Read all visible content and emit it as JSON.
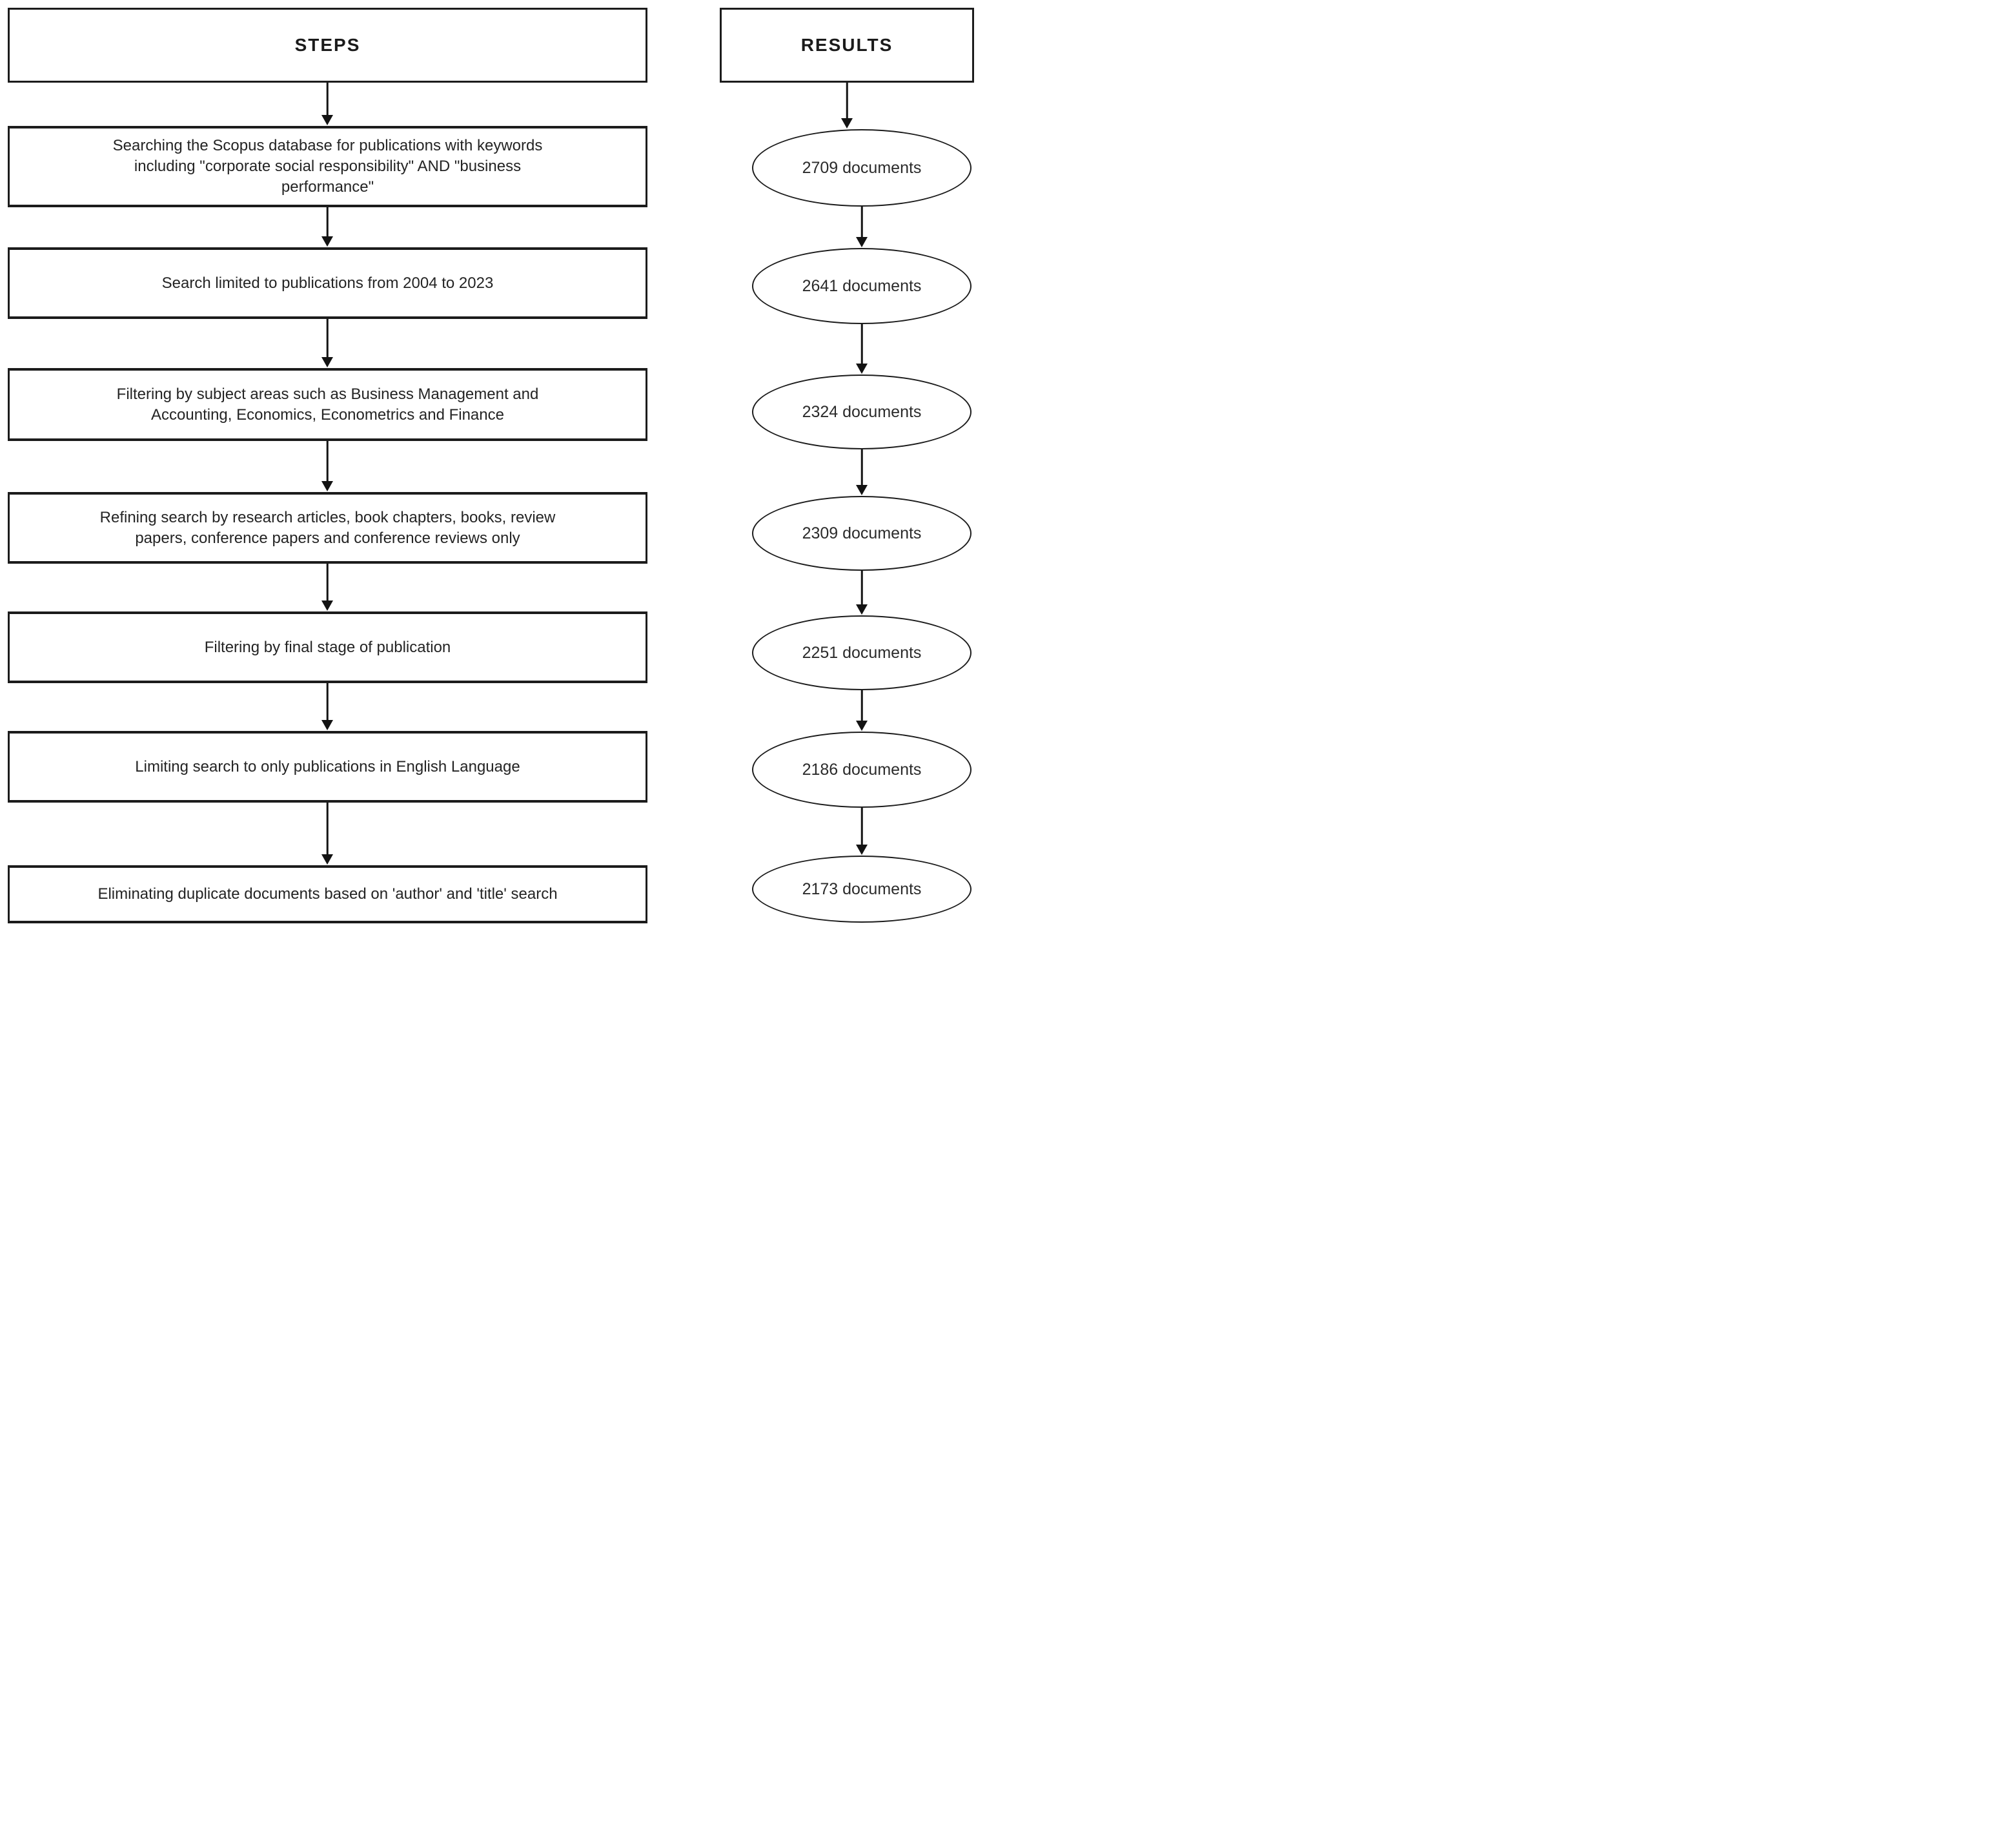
{
  "diagram": {
    "steps_header": "STEPS",
    "results_header": "RESULTS",
    "steps": [
      "Searching the Scopus database for publications with keywords\nincluding \"corporate social responsibility\" AND \"business\nperformance\"",
      "Search limited to publications from 2004 to 2023",
      "Filtering by subject areas such as Business Management and\nAccounting, Economics, Econometrics and Finance",
      "Refining search by research articles, book chapters, books, review\npapers, conference papers and conference reviews only",
      "Filtering by final stage of publication",
      "Limiting search to only publications in English Language",
      "Eliminating duplicate documents based on 'author' and 'title' search"
    ],
    "results": [
      "2709 documents",
      "2641 documents",
      "2324 documents",
      "2309 documents",
      "2251 documents",
      "2186 documents",
      "2173 documents"
    ]
  }
}
